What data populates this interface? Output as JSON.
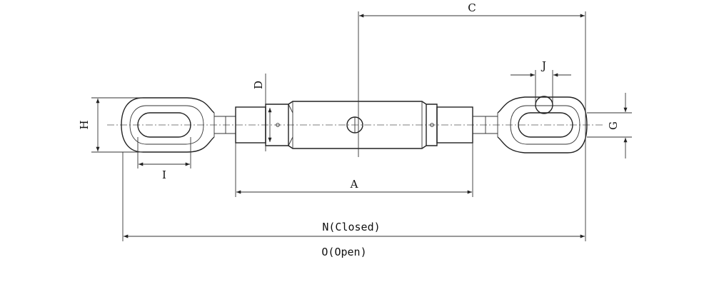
{
  "diagram": {
    "dimension_labels": {
      "A": "A",
      "C": "C",
      "D": "D",
      "G": "G",
      "H": "H",
      "I": "I",
      "J": "J",
      "N": "N(Closed)",
      "O": "O(Open)"
    }
  }
}
